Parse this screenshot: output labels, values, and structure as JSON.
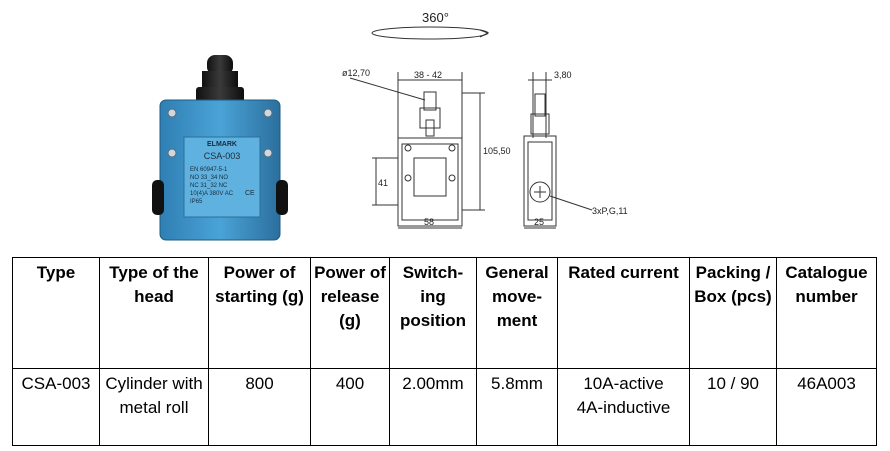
{
  "product": {
    "brand": "ELMARK",
    "model": "CSA-003",
    "plate_lines": [
      "EN 60947-5-1",
      "NO 33_34 NO",
      "NC 31_32 NC",
      "10(4)A 380V AC",
      "IP65"
    ]
  },
  "drawing": {
    "rotation_label": "360°",
    "dims": {
      "roller_diameter": "ø12,70",
      "head_width": "38 - 42",
      "total_height": "105,50",
      "mount_height": "41",
      "body_width": "58",
      "side_offset": "3,80",
      "side_depth": "25",
      "cable_entry": "3xP,G,11"
    }
  },
  "table": {
    "headers": [
      "Type",
      "Type of the head",
      "Power of starting (g)",
      "Power of release (g)",
      "Switch-ing position",
      "General move-ment",
      "Rated current",
      "Packing / Box (pcs)",
      "Catalogue number"
    ],
    "row": {
      "type": "CSA-003",
      "head": "Cylinder with metal roll",
      "power_start": "800",
      "power_release": "400",
      "switch_position": "2.00mm",
      "movement": "5.8mm",
      "current_1": "10A-active",
      "current_2": "4A-inductive",
      "packing": "10 / 90",
      "catalogue": "46A003"
    }
  }
}
